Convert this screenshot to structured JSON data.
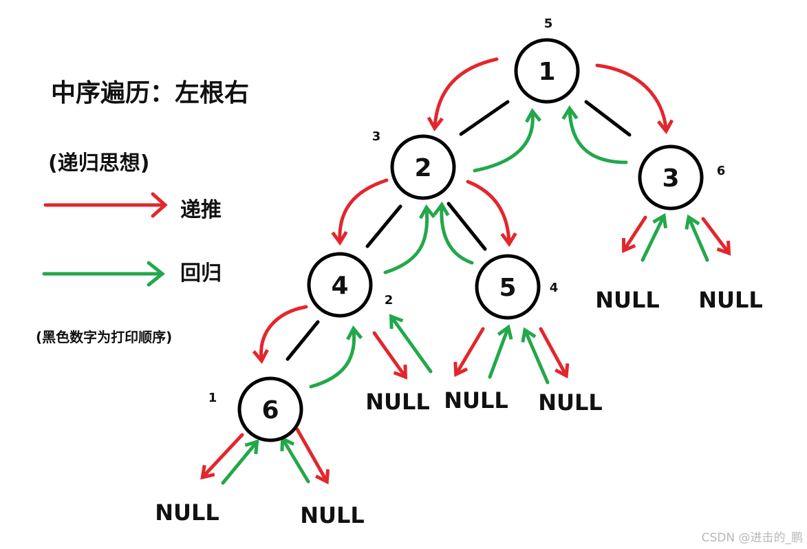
{
  "title": "中序遍历：左根右",
  "subtitle": "(递归思想)",
  "legend": {
    "recurse": {
      "label": "递推",
      "color": "#e3262d"
    },
    "return": {
      "label": "回归",
      "color": "#22a84a"
    }
  },
  "note": "(黑色数字为打印顺序)",
  "watermark": "CSDN @进击的_鹏",
  "null_label": "NULL",
  "nodes": [
    {
      "id": "n1",
      "value": "1",
      "order": "5"
    },
    {
      "id": "n2",
      "value": "2",
      "order": "3"
    },
    {
      "id": "n3",
      "value": "3",
      "order": "6"
    },
    {
      "id": "n4",
      "value": "4",
      "order": "2"
    },
    {
      "id": "n5",
      "value": "5",
      "order": "4"
    },
    {
      "id": "n6",
      "value": "6",
      "order": "1"
    }
  ],
  "edges": [
    [
      "n1",
      "n2"
    ],
    [
      "n1",
      "n3"
    ],
    [
      "n2",
      "n4"
    ],
    [
      "n2",
      "n5"
    ],
    [
      "n4",
      "n6"
    ]
  ]
}
